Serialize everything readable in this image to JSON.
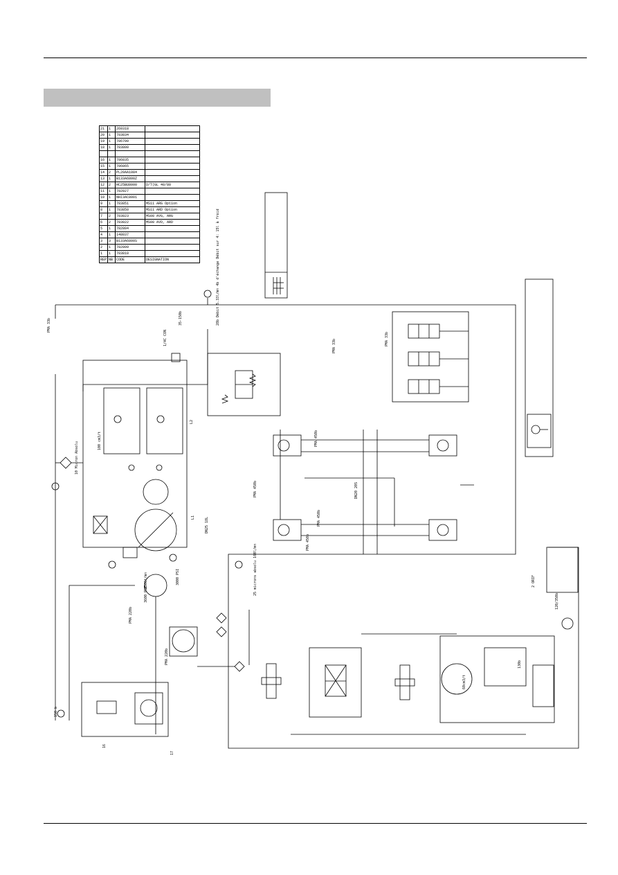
{
  "parts_table": {
    "rows": [
      [
        "21",
        "1",
        "269318",
        ""
      ],
      [
        "20",
        "1",
        "783834",
        ""
      ],
      [
        "19",
        "1",
        "786700",
        ""
      ],
      [
        "18",
        "1",
        "783800",
        ""
      ],
      [
        "",
        "",
        "",
        ""
      ],
      [
        "16",
        "1",
        "786835",
        ""
      ],
      [
        "15",
        "1",
        "786865",
        ""
      ],
      [
        "14",
        "2",
        "PL20AA1084",
        ""
      ],
      [
        "13",
        "1",
        "B133A6800Z",
        ""
      ],
      [
        "12",
        "2",
        "HC25BU8000",
        "D/T(GL 40/80"
      ],
      [
        "11",
        "1",
        "782827",
        ""
      ],
      [
        "10",
        "1",
        "NHI3AC8001",
        ""
      ],
      [
        "9",
        "1",
        "783851",
        "MS11 ARG Option"
      ],
      [
        "8",
        "1",
        "783850",
        "MS11 ARD Option"
      ],
      [
        "7",
        "2",
        "783823",
        "MS08 AVG, ARG"
      ],
      [
        "6",
        "2",
        "783822",
        "MS08 AVD, ARD"
      ],
      [
        "5",
        "1",
        "782804",
        ""
      ],
      [
        "4",
        "1",
        "148037",
        ""
      ],
      [
        "3",
        "3",
        "B133A6800S",
        ""
      ],
      [
        "2",
        "1",
        "782809",
        ""
      ],
      [
        "1",
        "1",
        "783810",
        ""
      ]
    ],
    "header": [
      "REP",
      "NB",
      "CODE",
      "DESIGNATION"
    ]
  },
  "labels": {
    "pma33b_left": "PMA 33b",
    "pma33b_mid": "PMA 33b",
    "pma33b_right": "PMA 33b",
    "pma450b_1": "PMA 450b",
    "pma450b_2": "PMA 450b",
    "pma450b_3": "PMA 450b",
    "pma450b_4": "PMA 450b",
    "pma220b_1": "PMA 220b",
    "pma220b_2": "PMA 220b",
    "gauge_top": "28b Débit 5.33l/mn 4b d'échange Débit sur 4: 15l à froid",
    "m_top": "1/4C CON",
    "m_top_val": "35-150b",
    "filter_label": "10 Micron Absolu",
    "cap_100": "100 cm3/t",
    "l1": "L1",
    "l2": "L2",
    "dn": "DN20 20S",
    "dn2": "DN25 18L",
    "rpm": "2500t/mn",
    "pressure_1": "3600 PSI",
    "pressure_2": "3000 PSI",
    "filter_25": "25 microns absolu 160l/mn",
    "item_17": "17",
    "item_16": "16",
    "item_150b": "150 b",
    "item_130b": "130b",
    "item_120_350": "120/350b",
    "item_2orif": "2 ORIF",
    "item_60cm": "60cm3/t"
  }
}
